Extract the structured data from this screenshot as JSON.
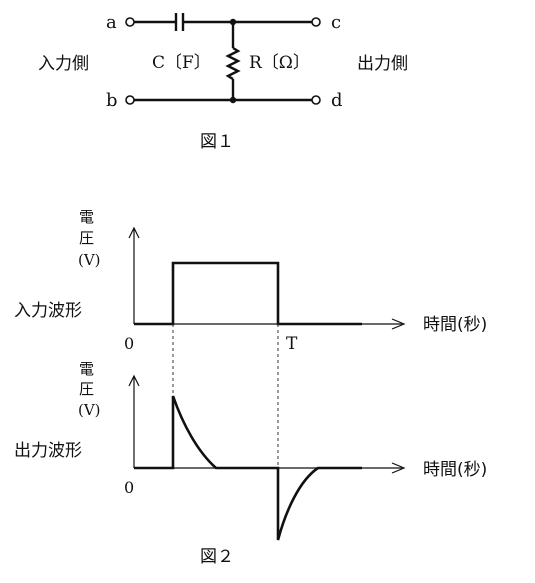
{
  "figure1": {
    "caption": "図１",
    "terminal_a": "a",
    "terminal_b": "b",
    "terminal_c": "c",
    "terminal_d": "d",
    "capacitor_label": "C〔F〕",
    "resistor_label": "R〔Ω〕",
    "input_side_label": "入力側",
    "output_side_label": "出力側"
  },
  "figure2": {
    "caption": "図２",
    "input_plot": {
      "y_label_line1": "電",
      "y_label_line2": "圧",
      "y_label_unit": "(V)",
      "row_label": "入力波形",
      "x_label": "時間(秒)",
      "origin_label": "0",
      "t_label": "T"
    },
    "output_plot": {
      "y_label_line1": "電",
      "y_label_line2": "圧",
      "y_label_unit": "(V)",
      "row_label": "出力波形",
      "x_label": "時間(秒)",
      "origin_label": "0"
    }
  }
}
